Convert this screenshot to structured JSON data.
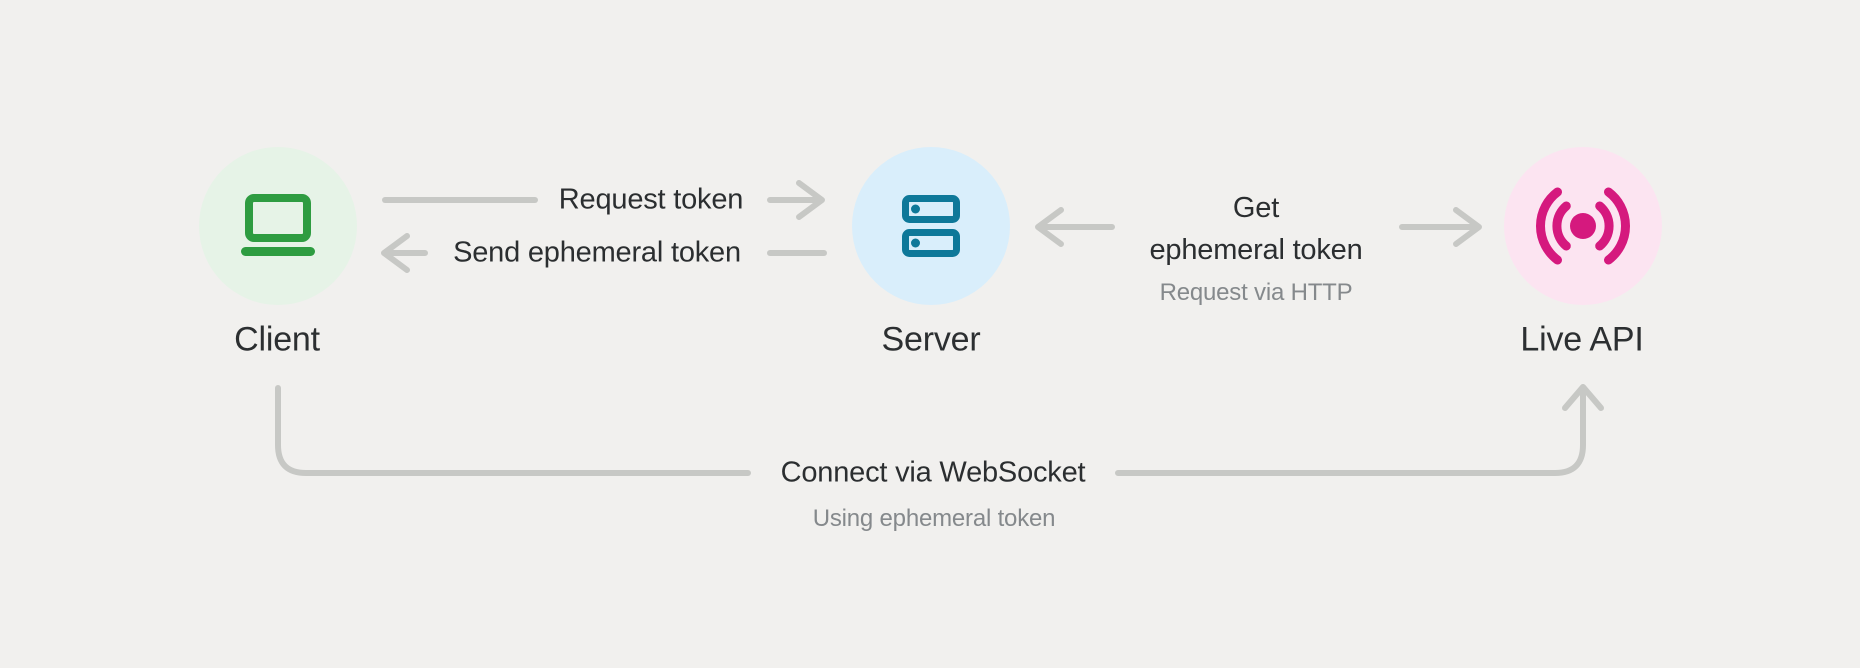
{
  "diagram": {
    "background": "#f1f0ee",
    "connector_color": "#c7c8c5",
    "text_color": "#2b2e30",
    "muted_text_color": "#85898c",
    "nodes": {
      "client": {
        "label": "Client",
        "icon": "laptop",
        "icon_color": "#2e9c41",
        "circle_color": "#e6f3e7"
      },
      "server": {
        "label": "Server",
        "icon": "server-rack",
        "icon_color": "#0e7899",
        "circle_color": "#d9eefb"
      },
      "live_api": {
        "label": "Live API",
        "icon": "live-broadcast",
        "icon_color": "#d5197e",
        "circle_color": "#fce4f1"
      }
    },
    "edges": {
      "request_token": {
        "label": "Request token",
        "from": "Client",
        "to": "Server",
        "arrow": "right"
      },
      "send_ephemeral_token": {
        "label": "Send ephemeral token",
        "from": "Server",
        "to": "Client",
        "arrow": "left"
      },
      "get_ephemeral_token": {
        "label": "Get ephemeral token",
        "label_lines": [
          "Get",
          "ephemeral token"
        ],
        "sublabel": "Request via HTTP",
        "from": "Server",
        "to": "Live API",
        "arrow": "both-outward"
      },
      "connect_websocket": {
        "label": "Connect via WebSocket",
        "sublabel": "Using ephemeral token",
        "from": "Client",
        "to": "Live API",
        "arrow": "up-into-live-api"
      }
    }
  }
}
